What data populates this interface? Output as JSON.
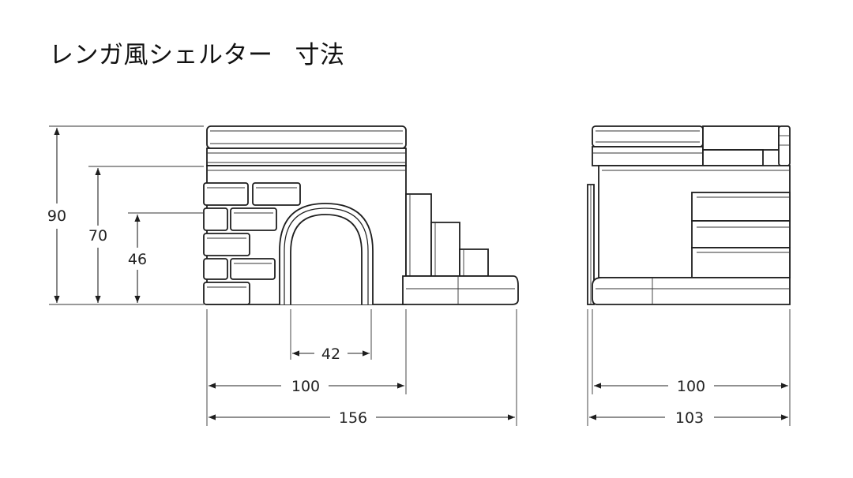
{
  "title": {
    "main": "レンガ風シェルター",
    "sub": "寸法"
  },
  "dimensions": {
    "front_height_total": "90",
    "front_height_roof": "70",
    "front_height_arch": "46",
    "front_arch_width": "42",
    "front_body_width": "100",
    "front_total_width": "156",
    "side_body_width": "100",
    "side_total_width": "103"
  }
}
